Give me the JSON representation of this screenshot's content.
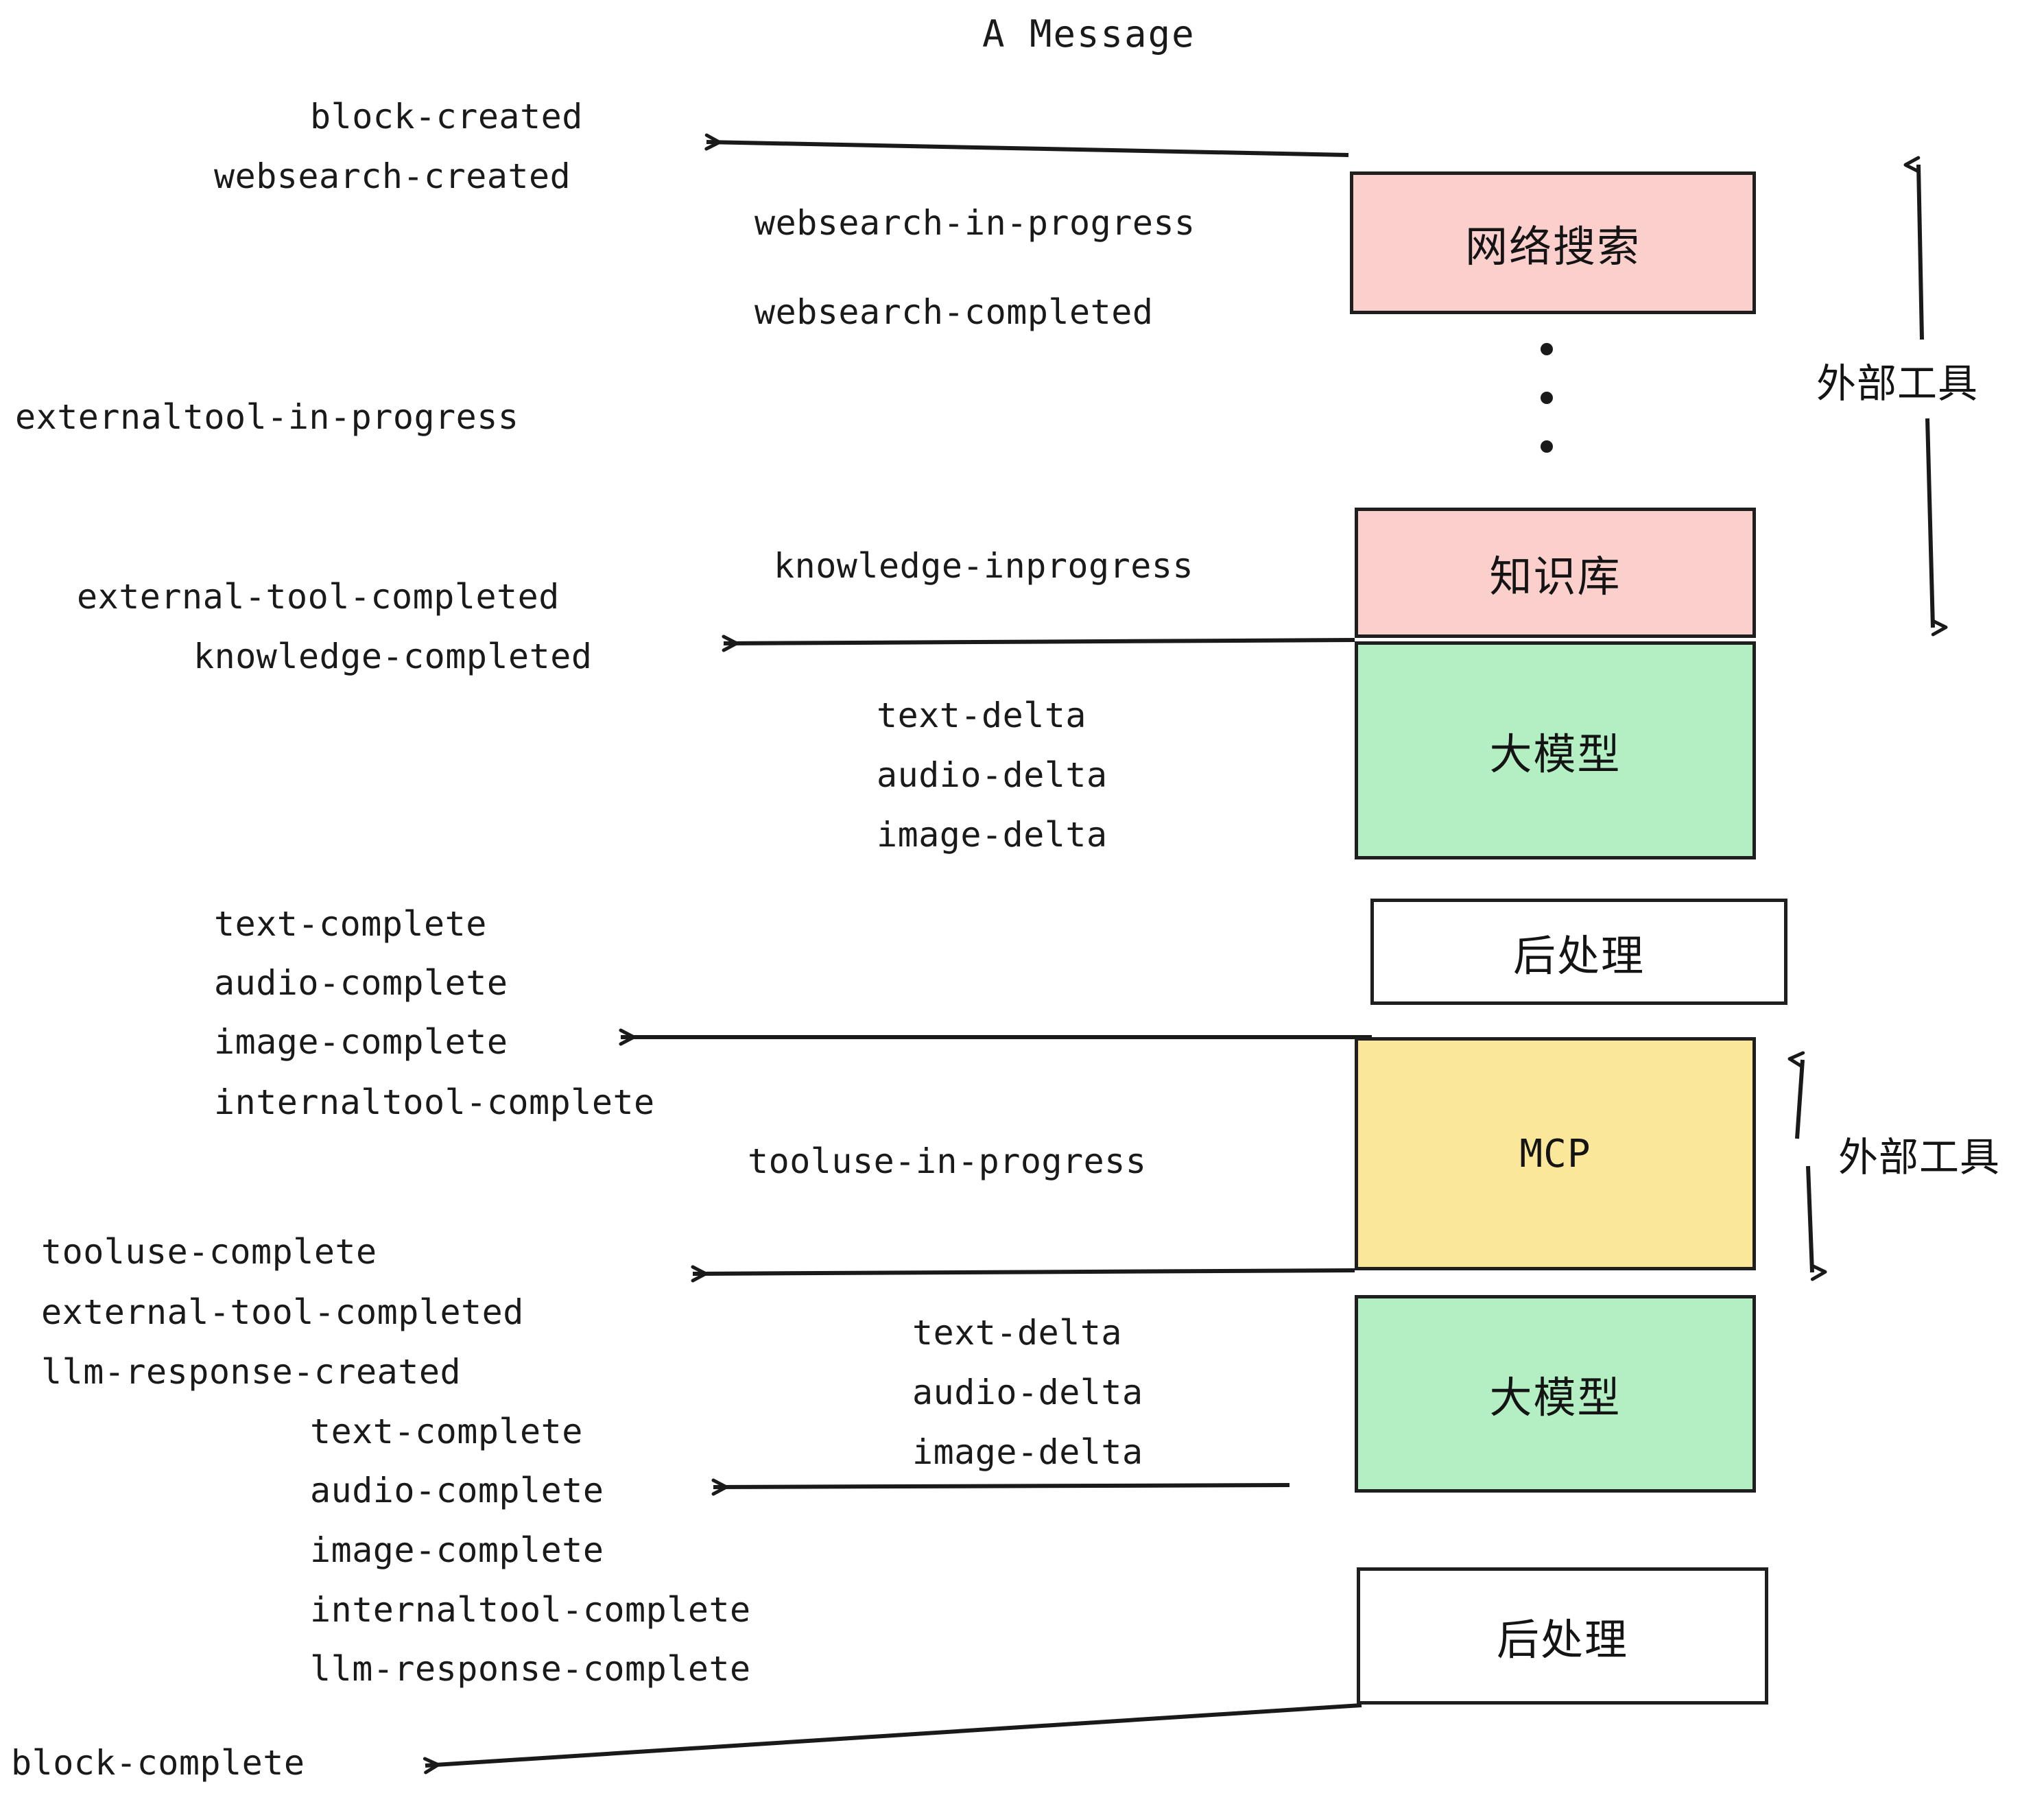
{
  "title": "A Message",
  "events": {
    "block_created": "block-created",
    "websearch_created": "websearch-created",
    "websearch_in_progress": "websearch-in-progress",
    "websearch_completed": "websearch-completed",
    "externaltool_in_progress": "externaltool-in-progress",
    "knowledge_inprogress": "knowledge-inprogress",
    "external_tool_completed_1": "external-tool-completed",
    "knowledge_completed": "knowledge-completed",
    "text_delta_1": "text-delta",
    "audio_delta_1": "audio-delta",
    "image_delta_1": "image-delta",
    "text_complete_1": "text-complete",
    "audio_complete_1": "audio-complete",
    "image_complete_1": "image-complete",
    "internaltool_complete_1": "internaltool-complete",
    "tooluse_in_progress": "tooluse-in-progress",
    "tooluse_complete": "tooluse-complete",
    "external_tool_completed_2": "external-tool-completed",
    "llm_response_created": "llm-response-created",
    "text_delta_2": "text-delta",
    "audio_delta_2": "audio-delta",
    "image_delta_2": "image-delta",
    "text_complete_2": "text-complete",
    "audio_complete_2": "audio-complete",
    "image_complete_2": "image-complete",
    "internaltool_complete_2": "internaltool-complete",
    "llm_response_complete": "llm-response-complete",
    "block_complete": "block-complete"
  },
  "nodes": {
    "websearch": "网络搜索",
    "knowledge": "知识库",
    "llm_1": "大模型",
    "postprocess_1": "后处理",
    "mcp": "MCP",
    "llm_2": "大模型",
    "postprocess_2": "后处理"
  },
  "annotations": {
    "external_tools_top": "外部工具",
    "external_tools_bottom": "外部工具"
  },
  "colors": {
    "pink": "#fbcfcb",
    "green": "#b3efc2",
    "yellow": "#fae79a",
    "white": "#ffffff",
    "stroke": "#1f1f1f",
    "text": "#1a1a1a",
    "background": "#ffffff"
  }
}
